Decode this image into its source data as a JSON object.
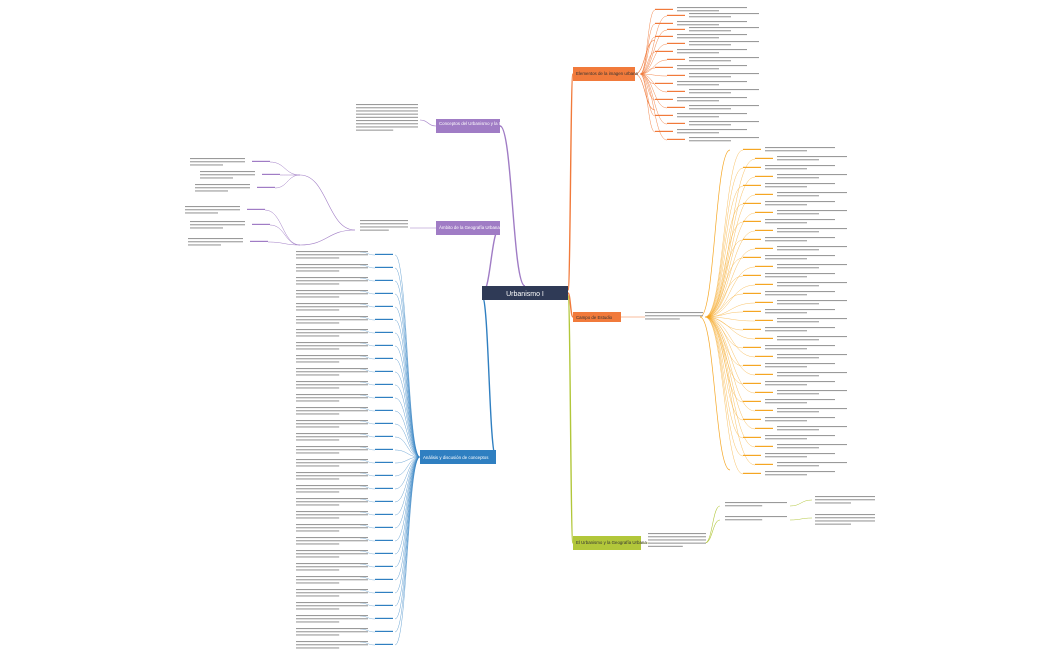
{
  "colors": {
    "root_fill": "#2f3a56",
    "root_text": "#ffffff",
    "purple": "#a07cc5",
    "orange": "#f17a3b",
    "blue": "#2f7fc1",
    "amber": "#f5a623",
    "green": "#b2c73a",
    "leaf_text": "#333333"
  },
  "root": {
    "label": "Urbanismo I"
  },
  "main_branches": [
    {
      "label": "Conceptos del Urbanismo y la Geografía Urbana",
      "color": "purple"
    },
    {
      "label": "Ámbito de la Geografía Urbana",
      "color": "purple"
    },
    {
      "label": "Análisis y discusión de conceptos",
      "color": "blue"
    },
    {
      "label": "Elementos de la imagen urbana",
      "color": "orange"
    },
    {
      "label": "Campo de Estudio",
      "color": "orange"
    },
    {
      "label": "El Urbanismo y la Geografía Urbana",
      "color": "green"
    }
  ]
}
